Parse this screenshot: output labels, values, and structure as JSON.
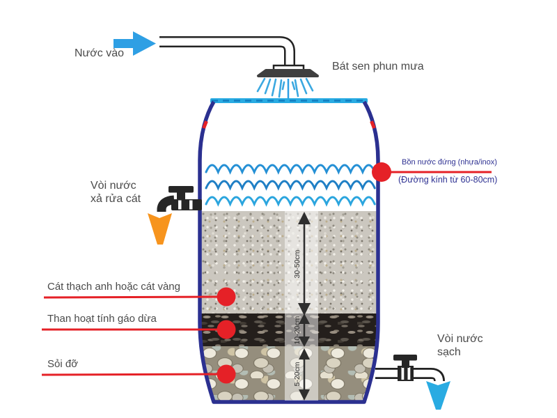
{
  "diagram": {
    "inlet": {
      "label": "Nước vào"
    },
    "shower": {
      "label": "Bát sen phun mưa"
    },
    "tank": {
      "name_line1": "Bồn nước đứng (nhựa/inox)",
      "name_line2": "(Đường kính từ 60-80cm)"
    },
    "drain_faucet": {
      "label_line1": "Vòi nước",
      "label_line2": "xả rửa cát"
    },
    "clean_faucet": {
      "label_line1": "Vòi nước",
      "label_line2": "sạch"
    },
    "layers": [
      {
        "id": "sand",
        "label": "Cát thạch anh hoặc cát vàng",
        "thickness": "30-50cm"
      },
      {
        "id": "carbon",
        "label": "Than hoạt tính gáo dừa",
        "thickness": "10-20cm"
      },
      {
        "id": "gravel",
        "label": "Sỏi đỡ",
        "thickness": "5-20cm"
      }
    ],
    "colors": {
      "tank_outline": "#2B3090",
      "rim_cyan": "#29ABE2",
      "water_blue": "#2590D5",
      "marker_red": "#E52127",
      "drain_arrow_orange": "#F7941D",
      "clean_arrow_cyan": "#29ABE2",
      "label_text": "#4A4A4A",
      "tank_label_text": "#2E3192"
    }
  }
}
